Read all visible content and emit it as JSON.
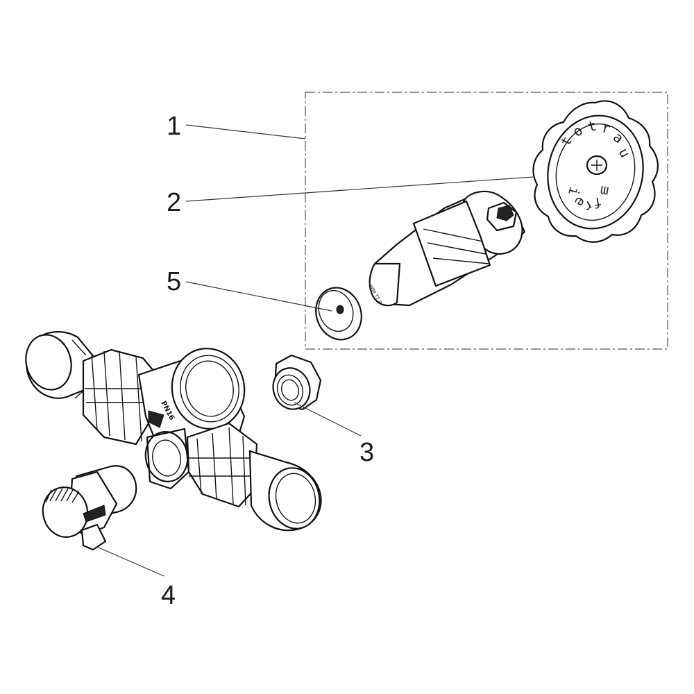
{
  "callouts": [
    {
      "label": "1",
      "part": "upper-part-assembly"
    },
    {
      "label": "2",
      "part": "handwheel"
    },
    {
      "label": "3",
      "part": "plug"
    },
    {
      "label": "4",
      "part": "drain-valve"
    },
    {
      "label": "5",
      "part": "valve-disc"
    }
  ],
  "knob_brand": {
    "letters": [
      "t",
      "o",
      "t",
      "r",
      "a",
      "u",
      "m",
      "f",
      "r",
      "e",
      "i"
    ]
  },
  "body_marking": "PN16"
}
